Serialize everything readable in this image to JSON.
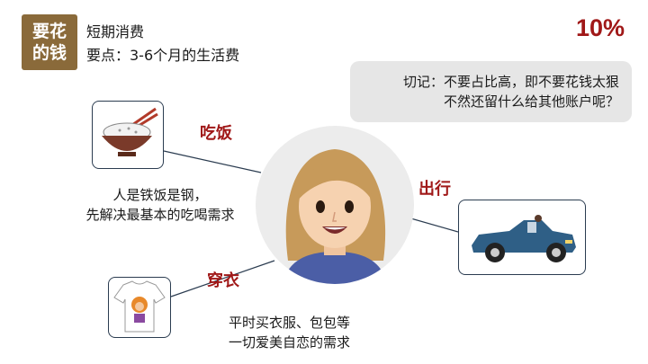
{
  "header": {
    "badge_line1": "要花",
    "badge_line2": "的钱",
    "subtitle": "短期消费",
    "key_point": "要点：3-6个月的生活费",
    "percent": "10%"
  },
  "note": {
    "line1": "切记：不要占比高，即不要花钱太狠",
    "line2": "不然还留什么给其他账户呢？"
  },
  "categories": {
    "eat": {
      "label": "吃饭",
      "desc_line1": "人是铁饭是钢，",
      "desc_line2": "先解决最基本的吃喝需求",
      "icon": "rice-bowl-icon"
    },
    "go": {
      "label": "出行",
      "icon": "car-icon"
    },
    "wear": {
      "label": "穿衣",
      "desc_line1": "平时买衣服、包包等",
      "desc_line2": "一切爱美自恋的需求",
      "icon": "tshirt-icon"
    }
  },
  "colors": {
    "badge": "#8a6a3a",
    "accent_red": "#a01818",
    "note_bg": "#e6e6e6",
    "line": "#2b3c50"
  }
}
